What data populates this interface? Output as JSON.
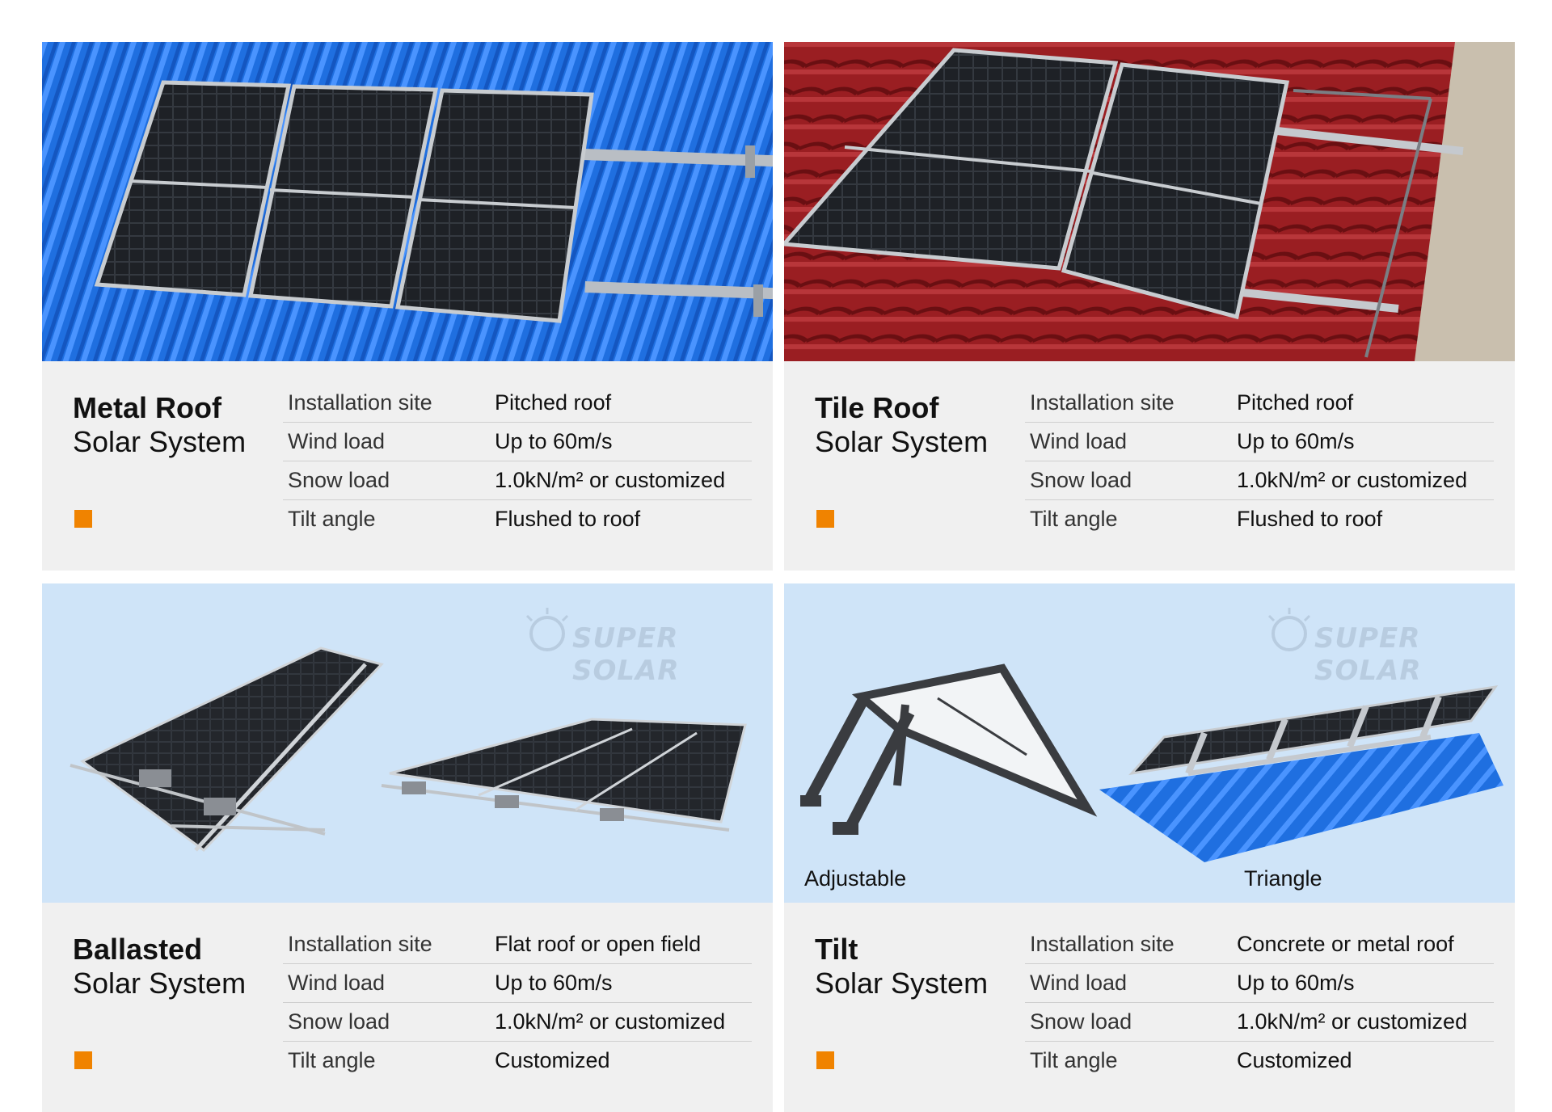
{
  "cards": [
    {
      "title_bold": "Metal Roof",
      "title_rest": "Solar System",
      "specs": [
        {
          "label": "Installation site",
          "value": "Pitched roof"
        },
        {
          "label": "Wind load",
          "value": "Up to 60m/s"
        },
        {
          "label": "Snow load",
          "value": "1.0kN/m² or customized"
        },
        {
          "label": "Tilt angle",
          "value": "Flushed to roof"
        }
      ]
    },
    {
      "title_bold": "Tile Roof",
      "title_rest": "Solar System",
      "specs": [
        {
          "label": "Installation site",
          "value": "Pitched roof"
        },
        {
          "label": "Wind load",
          "value": "Up to 60m/s"
        },
        {
          "label": "Snow load",
          "value": "1.0kN/m² or customized"
        },
        {
          "label": "Tilt angle",
          "value": "Flushed to roof"
        }
      ]
    },
    {
      "title_bold": "Ballasted",
      "title_rest": "Solar System",
      "watermark": "SUPER SOLAR",
      "specs": [
        {
          "label": "Installation site",
          "value": "Flat roof or open field"
        },
        {
          "label": "Wind load",
          "value": "Up to 60m/s"
        },
        {
          "label": "Snow load",
          "value": "1.0kN/m² or customized"
        },
        {
          "label": "Tilt angle",
          "value": "Customized"
        }
      ]
    },
    {
      "title_bold": "Tilt",
      "title_rest": "Solar System",
      "watermark": "SUPER SOLAR",
      "captions": [
        "Adjustable",
        "Triangle"
      ],
      "specs": [
        {
          "label": "Installation site",
          "value": "Concrete or metal roof"
        },
        {
          "label": "Wind load",
          "value": "Up to 60m/s"
        },
        {
          "label": "Snow load",
          "value": "1.0kN/m² or customized"
        },
        {
          "label": "Tilt angle",
          "value": "Customized"
        }
      ]
    }
  ],
  "colors": {
    "accent": "#f08300",
    "card_bg": "#f0f0f0",
    "metal_roof_blue": "#1f6fe0",
    "tile_roof_red": "#9a1e22",
    "sky_bg": "#cfe4f8"
  }
}
